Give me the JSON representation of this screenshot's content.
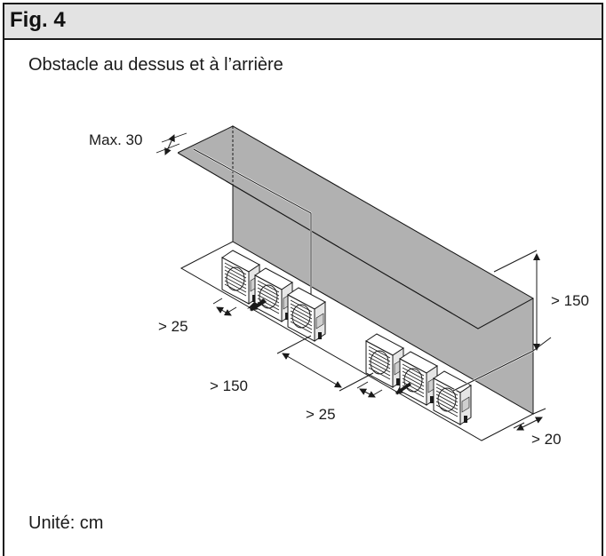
{
  "figure_label": "Fig. 4",
  "subtitle": "Obstacle au dessus et à l’arrière",
  "unit_label": "Unité: cm",
  "dimensions": {
    "max_top": "Max. 30",
    "height_right": "> 150",
    "gap_left_group": "> 25",
    "between_groups": "> 150",
    "gap_right_group": "> 25",
    "side_right": "> 20"
  },
  "colors": {
    "wall": "#b1b1b1",
    "header": "#e3e3e3",
    "line": "#1a1a1a"
  }
}
